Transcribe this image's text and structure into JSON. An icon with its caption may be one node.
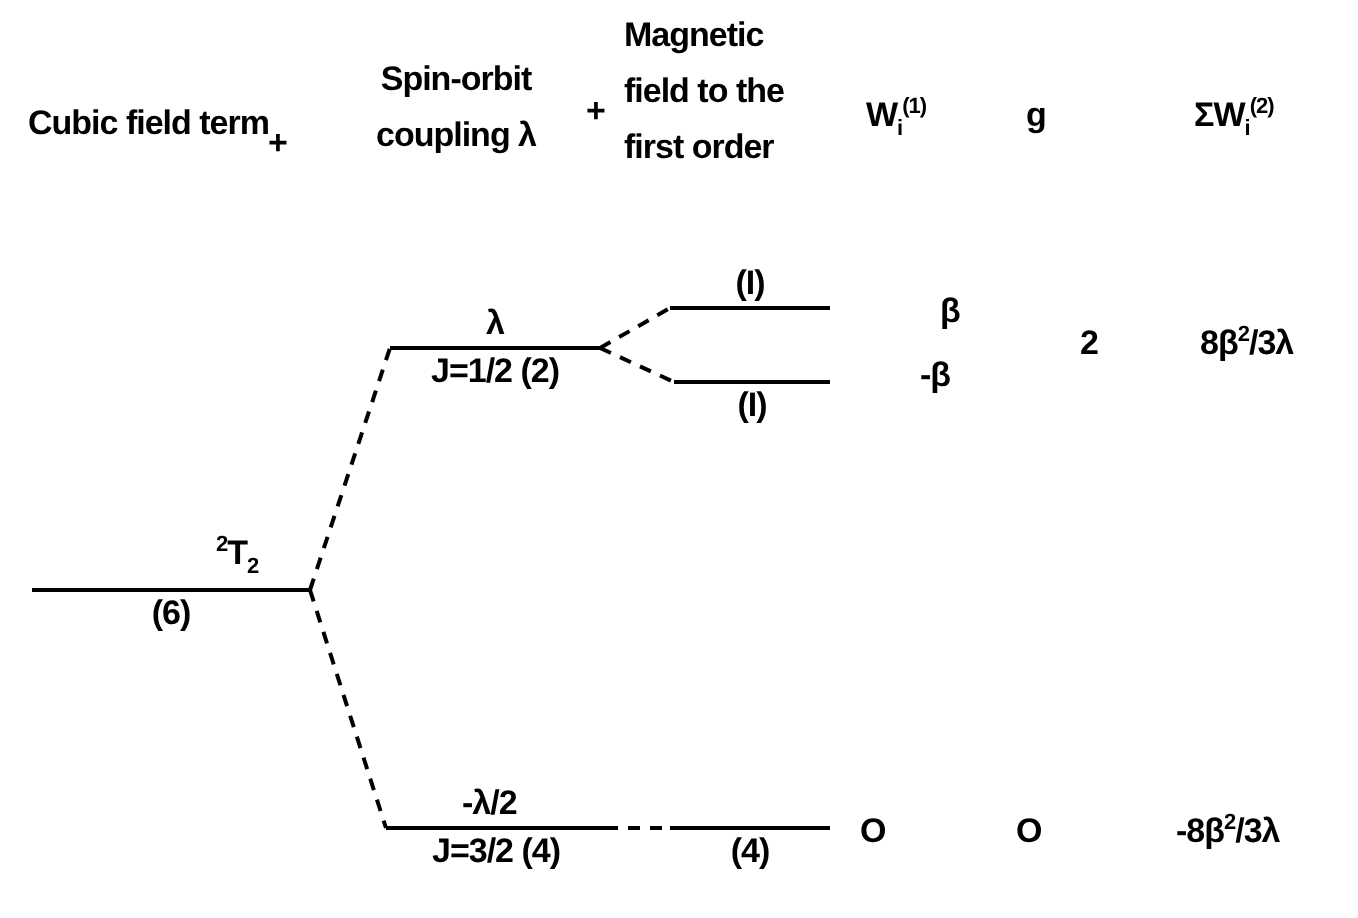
{
  "diagram": {
    "nodes": [
      {
        "text": [
          "$^{2}$T$_{2}$",
          "(6)"
        ]
      },
      {
        "text": [
          "λ",
          "J=1/2 (2)"
        ]
      },
      {
        "text": [
          "(I)"
        ]
      },
      {
        "text": [
          "(I)"
        ]
      },
      {
        "text": [
          "-λ/2",
          "J=3/2 (4)"
        ]
      },
      {
        "text": [
          "(4)"
        ]
      }
    ],
    "edges": [
      {
        "from": 0,
        "to": 1,
        "arrow": "none",
        "style": "dashed"
      },
      {
        "from": 0,
        "to": 4,
        "arrow": "none",
        "style": "dashed"
      },
      {
        "from": 1,
        "to": 2,
        "arrow": "none",
        "style": "dashed"
      },
      {
        "from": 1,
        "to": 3,
        "arrow": "none",
        "style": "dashed"
      },
      {
        "from": 4,
        "to": 5,
        "arrow": "none",
        "style": "dashed"
      }
    ],
    "labels": [
      "Cubic field term",
      "+",
      "Spin-orbit coupling λ",
      "+",
      "Magnetic field to the first order",
      "W$_{i}$$^{(1)}$",
      "g",
      "ΣW$_{i}$$^{(2)}$",
      "β",
      "-β",
      "2",
      "8β$^{2}$/3λ",
      "O",
      "O",
      "-8β$^{2}$/3λ"
    ]
  }
}
